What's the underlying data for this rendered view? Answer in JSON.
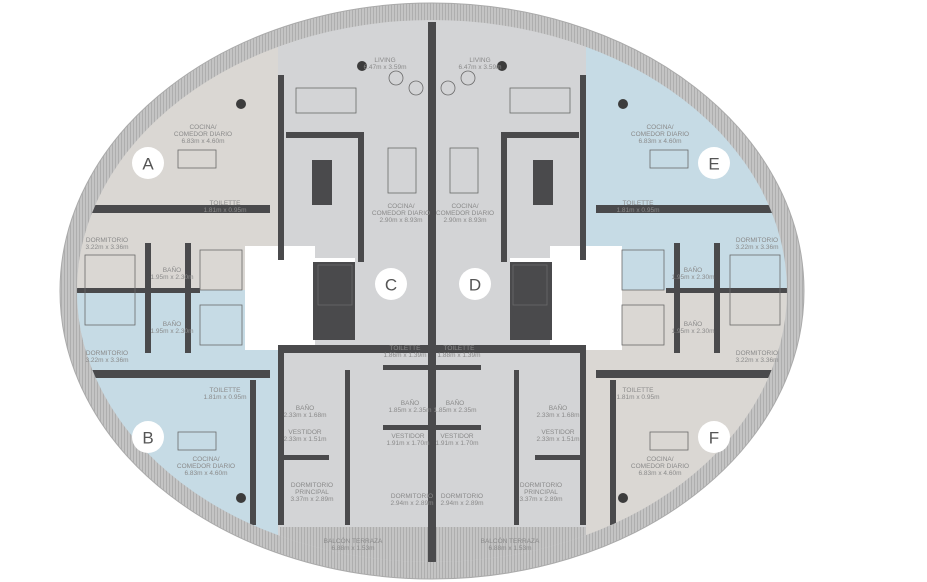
{
  "colors": {
    "warm": "#dad7d3",
    "cool": "#d3d4d6",
    "blue": "#c6dbe5",
    "wall": "#4a4a4c",
    "ring": "#bdbdbd"
  },
  "units": [
    "A",
    "B",
    "C",
    "D",
    "E",
    "F"
  ],
  "rooms": {
    "living_c": {
      "name": "LIVING",
      "size": "6.47m x 3.59m"
    },
    "living_d": {
      "name": "LIVING",
      "size": "6.47m x 3.59m"
    },
    "cocina_a": {
      "name1": "COCINA/",
      "name2": "COMEDOR DIARIO",
      "size": "6.83m x 4.60m"
    },
    "cocina_b": {
      "name1": "COCINA/",
      "name2": "COMEDOR DIARIO",
      "size": "6.83m x 4.60m"
    },
    "cocina_e": {
      "name1": "COCINA/",
      "name2": "COMEDOR DIARIO",
      "size": "6.83m x 4.60m"
    },
    "cocina_f": {
      "name1": "COCINA/",
      "name2": "COMEDOR DIARIO",
      "size": "6.83m x 4.60m"
    },
    "cocina_c": {
      "name1": "COCINA/",
      "name2": "COMEDOR DIARIO",
      "size": "2.90m x 8.93m"
    },
    "cocina_d": {
      "name1": "COCINA/",
      "name2": "COMEDOR DIARIO",
      "size": "2.90m x 8.93m"
    },
    "toilette_a": {
      "name": "TOILETTE",
      "size": "1.81m x 0.95m"
    },
    "toilette_b": {
      "name": "TOILETTE",
      "size": "1.81m x 0.95m"
    },
    "toilette_e": {
      "name": "TOILETTE",
      "size": "1.81m x 0.95m"
    },
    "toilette_f": {
      "name": "TOILETTE",
      "size": "1.81m x 0.95m"
    },
    "toilette_c": {
      "name": "TOILETTE",
      "size": "1.86m x 1.39m"
    },
    "toilette_d": {
      "name": "TOILETTE",
      "size": "1.88m x 1.39m"
    },
    "dorm_a": {
      "name": "DORMITORIO",
      "size": "3.22m x 3.36m"
    },
    "dorm_b": {
      "name": "DORMITORIO",
      "size": "3.22m x 3.36m"
    },
    "dorm_e": {
      "name": "DORMITORIO",
      "size": "3.22m x 3.36m"
    },
    "dorm_f": {
      "name": "DORMITORIO",
      "size": "3.22m x 3.36m"
    },
    "bano_a": {
      "name": "BAÑO",
      "size": "1.95m x 2.30m"
    },
    "bano_b": {
      "name": "BAÑO",
      "size": "1.95m x 2.30m"
    },
    "bano_e": {
      "name": "BAÑO",
      "size": "1.95m x 2.30m"
    },
    "bano_f": {
      "name": "BAÑO",
      "size": "1.95m x 2.30m"
    },
    "bano_pl": {
      "name": "BAÑO",
      "size": "2.33m x 1.68m"
    },
    "bano_pr": {
      "name": "BAÑO",
      "size": "2.33m x 1.68m"
    },
    "vest_pl": {
      "name": "VESTIDOR",
      "size": "2.33m x 1.51m"
    },
    "vest_pr": {
      "name": "VESTIDOR",
      "size": "2.33m x 1.51m"
    },
    "bano_c": {
      "name": "BAÑO",
      "size": "1.85m x 2.35m"
    },
    "bano_d": {
      "name": "BAÑO",
      "size": "1.85m x 2.35m"
    },
    "vest_c": {
      "name": "VESTIDOR",
      "size": "1.91m x 1.70m"
    },
    "vest_d": {
      "name": "VESTIDOR",
      "size": "1.91m x 1.70m"
    },
    "princ_l": {
      "name1": "DORMITORIO",
      "name2": "PRINCIPAL",
      "size": "3.37m x 2.89m"
    },
    "princ_r": {
      "name1": "DORMITORIO",
      "name2": "PRINCIPAL",
      "size": "3.37m x 2.89m"
    },
    "dorm_c": {
      "name": "DORMITORIO",
      "size": "2.94m x 2.89m"
    },
    "dorm_d": {
      "name": "DORMITORIO",
      "size": "2.94m x 2.89m"
    },
    "balcon_l": {
      "name": "BALCÓN TERRAZA",
      "size": "6.88m x 1.53m"
    },
    "balcon_r": {
      "name": "BALCÓN TERRAZA",
      "size": "6.88m x 1.53m"
    }
  }
}
